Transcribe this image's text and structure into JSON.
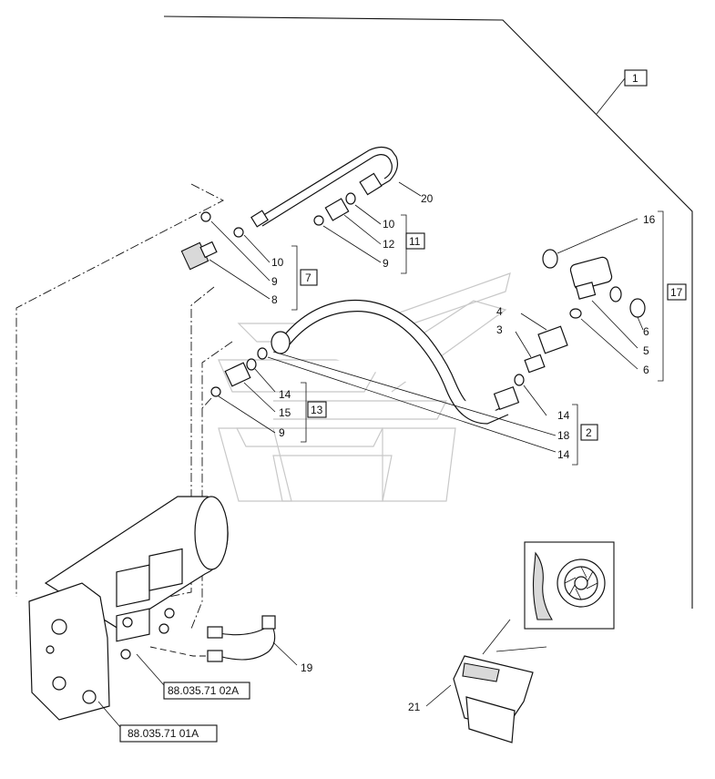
{
  "callouts": {
    "c1": "1",
    "c2": "2",
    "c3": "3",
    "c4": "4",
    "c5": "5",
    "c6a": "6",
    "c6b": "6",
    "c7": "7",
    "c8": "8",
    "c9a": "9",
    "c9b": "9",
    "c9c": "9",
    "c10a": "10",
    "c10b": "10",
    "c11": "11",
    "c12": "12",
    "c13": "13",
    "c14a": "14",
    "c14b": "14",
    "c14c": "14",
    "c15": "15",
    "c16": "16",
    "c17": "17",
    "c18": "18",
    "c19": "19",
    "c20": "20",
    "c21": "21"
  },
  "references": {
    "ref_a": "88.035.71 02A",
    "ref_b": "88.035.71 01A"
  },
  "icons": [
    "fan-symbol-icon",
    "rocker-switch-icon",
    "hydraulic-valve-icon"
  ]
}
